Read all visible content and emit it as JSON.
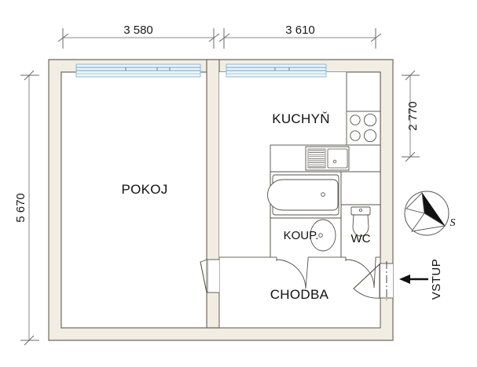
{
  "plan": {
    "title": "Floor plan",
    "wall_fill": "#f1ede2",
    "wall_stroke": "#6e6a5e",
    "room_fill": "#ffffff",
    "window_color": "#9fc4e0",
    "dim_line_color": "#8a8a8a",
    "text_color": "#111111"
  },
  "dimensions": {
    "top": [
      {
        "name": "top-dim-left",
        "value": "3 580"
      },
      {
        "name": "top-dim-right",
        "value": "3 610"
      }
    ],
    "left": [
      {
        "name": "left-dim",
        "value": "5 670"
      }
    ],
    "right": [
      {
        "name": "right-dim",
        "value": "2 770"
      }
    ]
  },
  "rooms": [
    {
      "id": "pokoj",
      "label": "POKOJ"
    },
    {
      "id": "kuchyn",
      "label": "KUCHYŇ"
    },
    {
      "id": "koupelna",
      "label": "KOUP."
    },
    {
      "id": "wc",
      "label": "WC"
    },
    {
      "id": "chodba",
      "label": "CHODBA"
    }
  ],
  "entrance": {
    "label": "VSTUP",
    "arrow_icon": "left-arrow-icon"
  },
  "compass": {
    "label": "S",
    "icon": "compass-rose-icon"
  },
  "fixtures": [
    {
      "id": "stove",
      "icon": "stove-icon"
    },
    {
      "id": "sink",
      "icon": "kitchen-sink-icon"
    },
    {
      "id": "bathtub",
      "icon": "bathtub-icon"
    },
    {
      "id": "washbasin",
      "icon": "washbasin-icon"
    },
    {
      "id": "toilet",
      "icon": "toilet-icon"
    }
  ],
  "windows": [
    {
      "id": "window-pokoj",
      "icon": "window-icon"
    },
    {
      "id": "window-kuchyn",
      "icon": "window-icon"
    }
  ],
  "doors": [
    {
      "id": "door-pokoj",
      "icon": "door-swing-icon"
    },
    {
      "id": "door-koupelna",
      "icon": "door-swing-icon"
    },
    {
      "id": "door-wc",
      "icon": "door-swing-icon"
    },
    {
      "id": "door-entrance",
      "icon": "door-swing-icon"
    }
  ]
}
